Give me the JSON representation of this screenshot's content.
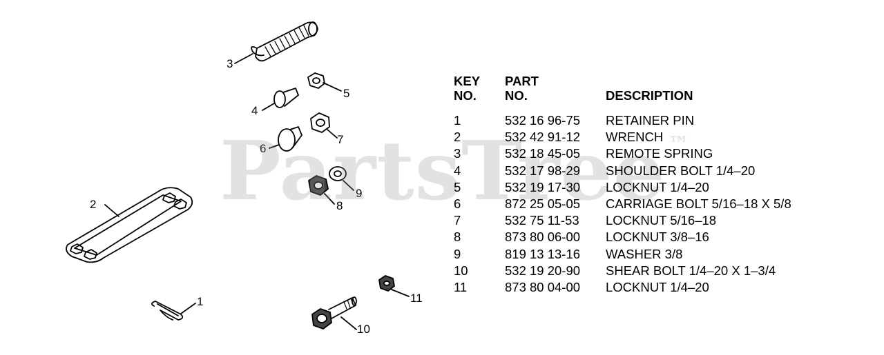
{
  "watermark": {
    "text": "PartsTree",
    "mark": "™"
  },
  "table": {
    "headers": {
      "key": [
        "KEY",
        "NO."
      ],
      "part": [
        "PART",
        "NO."
      ],
      "description": "DESCRIPTION"
    },
    "rows": [
      {
        "key": "1",
        "part": "532 16 96-75",
        "description": "RETAINER PIN"
      },
      {
        "key": "2",
        "part": "532 42 91-12",
        "description": "WRENCH"
      },
      {
        "key": "3",
        "part": "532 18 45-05",
        "description": "REMOTE SPRING"
      },
      {
        "key": "4",
        "part": "532 17 98-29",
        "description": "SHOULDER BOLT 1/4–20"
      },
      {
        "key": "5",
        "part": "532 19 17-30",
        "description": "LOCKNUT 1/4–20"
      },
      {
        "key": "6",
        "part": "872 25 05-05",
        "description": "CARRIAGE BOLT 5/16–18 X 5/8"
      },
      {
        "key": "7",
        "part": "532 75 11-53",
        "description": "LOCKNUT 5/16–18"
      },
      {
        "key": "8",
        "part": "873 80 06-00",
        "description": "LOCKNUT 3/8–16"
      },
      {
        "key": "9",
        "part": "819 13 13-16",
        "description": "WASHER 3/8"
      },
      {
        "key": "10",
        "part": "532 19 20-90",
        "description": "SHEAR BOLT 1/4–20 X 1–3/4"
      },
      {
        "key": "11",
        "part": "873 80 04-00",
        "description": "LOCKNUT 1/4–20"
      }
    ]
  },
  "callouts": [
    "1",
    "2",
    "3",
    "4",
    "5",
    "6",
    "7",
    "8",
    "9",
    "10",
    "11"
  ]
}
